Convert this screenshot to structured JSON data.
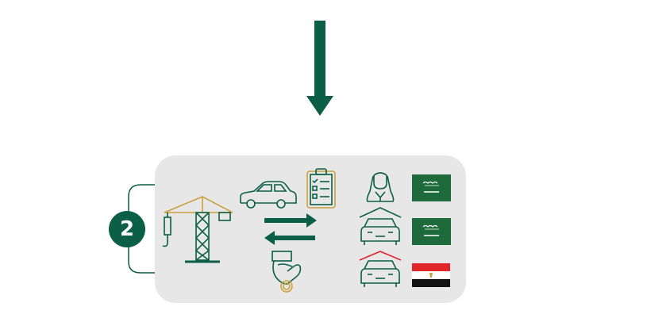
{
  "step": {
    "number": "2"
  },
  "colors": {
    "green": "#0b5f45",
    "gold": "#c9a13d",
    "panel": "#e7e7e8",
    "flag_red": "#e0252b",
    "flag_black": "#111111",
    "flag_white": "#ffffff",
    "flag_sa_green": "#1d6b3a"
  },
  "icons": {
    "arrow": "down-arrow-icon",
    "crane": "crane-icon",
    "car": "car-icon",
    "checklist": "checklist-icon",
    "exchange": "exchange-arrows-icon",
    "payment": "hand-coin-icon",
    "person": "saudi-person-icon",
    "garage_a": "car-garage-icon",
    "garage_b": "car-garage-red-roof-icon"
  },
  "flags": [
    "saudi-arabia-flag",
    "saudi-arabia-flag",
    "egypt-flag"
  ]
}
